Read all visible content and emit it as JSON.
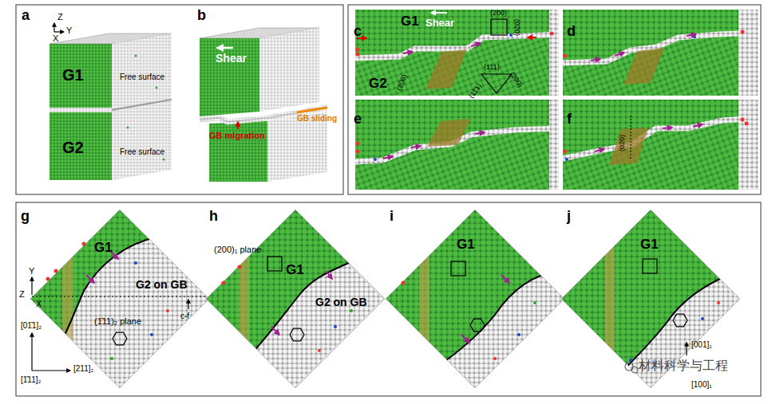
{
  "diagram": {
    "labels": [
      "a",
      "Z",
      "Y",
      "X",
      "G1",
      "Free surface",
      "G2",
      "Free surface",
      "b",
      "Shear",
      "GB migration",
      "GB sliding",
      "c",
      "G1",
      "Shear",
      "(200)",
      "(020)",
      "(200)",
      "G2",
      "(111)",
      "(11̄1)",
      "(200)",
      "d",
      "e",
      "f",
      "(020)",
      "g",
      "G1",
      "Y",
      "Z",
      "X",
      "G2 on GB",
      "(1̄11)₂ plane",
      "c-f",
      "[01̄1]₂",
      "[211]₂",
      "[1̄11]₂",
      "h",
      "(200)₁ plane",
      "G1",
      "G2 on GB",
      "i",
      "G1",
      "j",
      "G1",
      "[001]₁",
      "[100]₁",
      "材料科学与工程"
    ]
  }
}
